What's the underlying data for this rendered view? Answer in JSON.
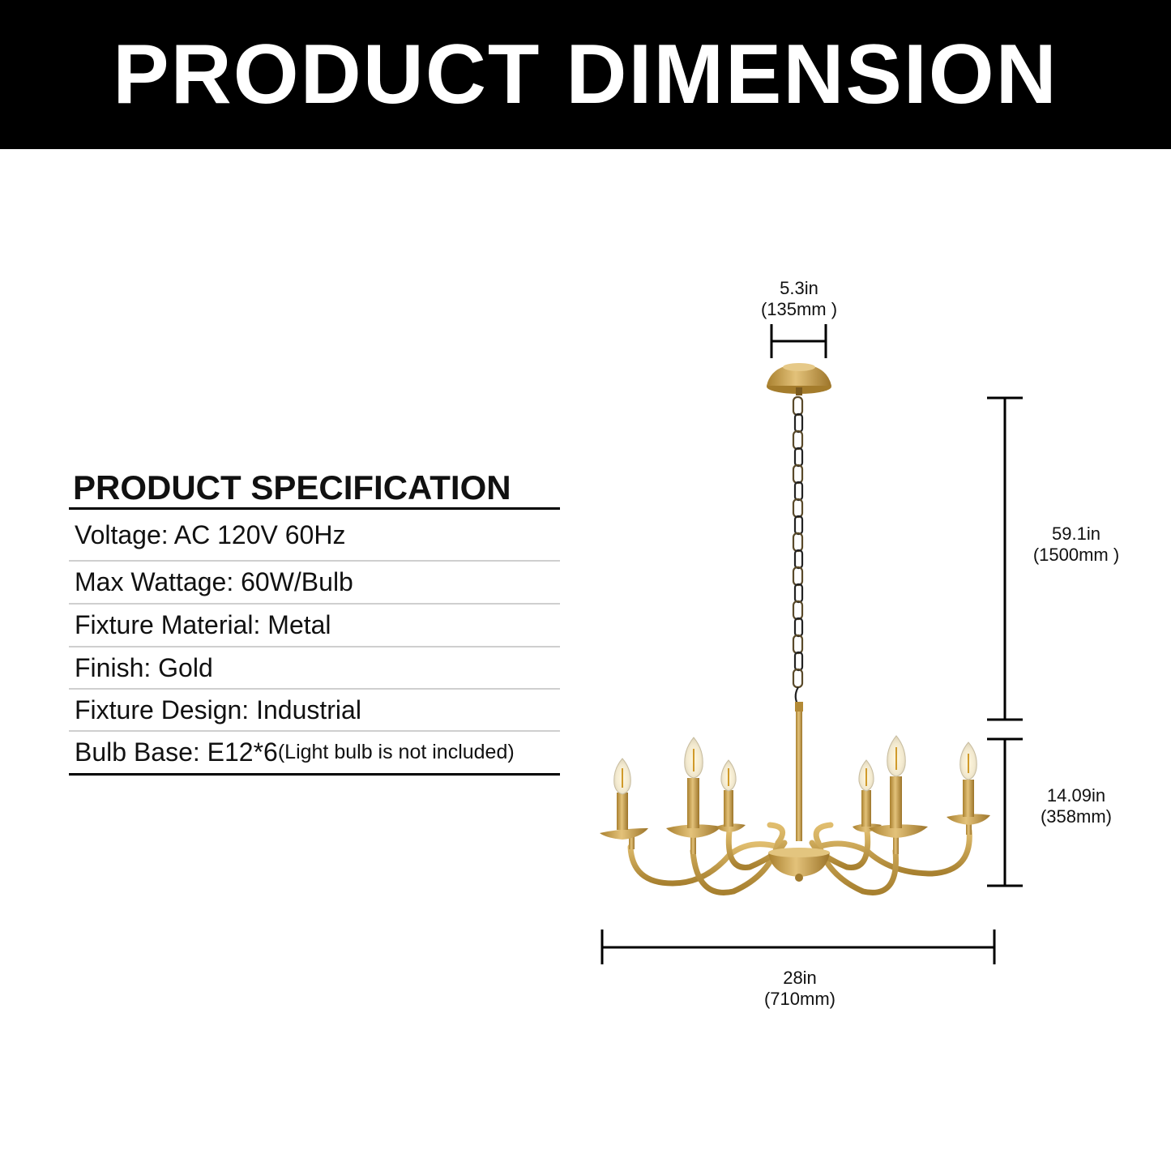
{
  "banner": {
    "title": "PRODUCT DIMENSION"
  },
  "spec": {
    "title": "PRODUCT SPECIFICATION",
    "rows": [
      {
        "text": "Voltage: AC 120V 60Hz"
      },
      {
        "text": "Max Wattage: 60W/Bulb"
      },
      {
        "text": "Fixture Material: Metal"
      },
      {
        "text": "Finish: Gold"
      },
      {
        "text": "Fixture Design: Industrial"
      },
      {
        "text": "Bulb Base: E12*6",
        "note": "(Light bulb is not included)"
      }
    ]
  },
  "dimensions": {
    "canopy": {
      "in": "5.3in",
      "mm": "(135mm )"
    },
    "chain": {
      "in": "59.1in",
      "mm": "(1500mm )"
    },
    "body": {
      "in": "14.09in",
      "mm": "(358mm)"
    },
    "width": {
      "in": "28in",
      "mm": "(710mm)"
    }
  },
  "colors": {
    "banner": "#000000",
    "gold": "#c9a24a",
    "line": "#000000"
  }
}
